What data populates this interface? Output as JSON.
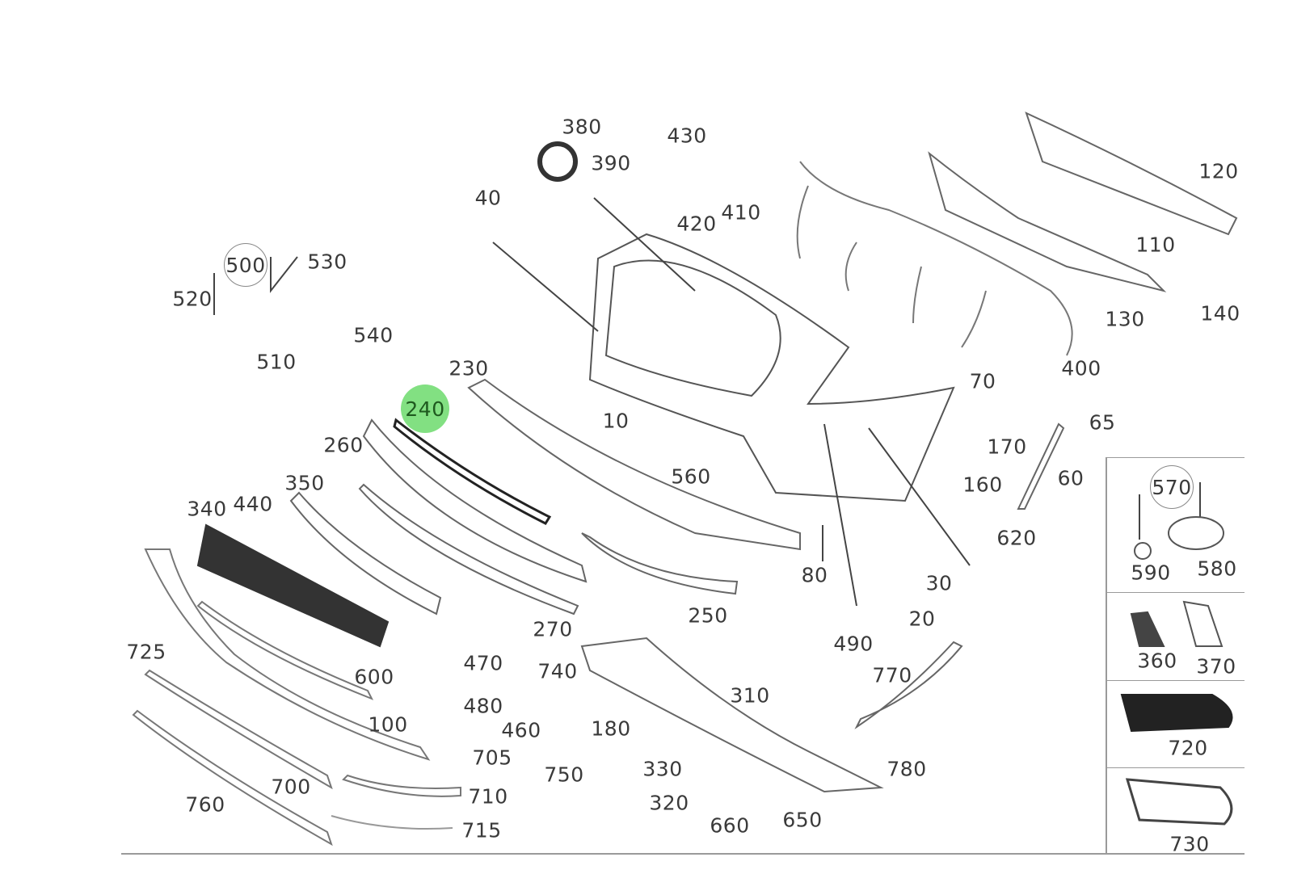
{
  "diagram_title": "",
  "highlight_color": "#82e082",
  "highlighted_part": "240",
  "circled_groups": [
    "500",
    "570"
  ],
  "labels": [
    "380",
    "430",
    "390",
    "40",
    "420",
    "410",
    "120",
    "110",
    "130",
    "140",
    "400",
    "70",
    "500",
    "530",
    "520",
    "540",
    "510",
    "230",
    "240",
    "10",
    "170",
    "65",
    "260",
    "160",
    "60",
    "560",
    "350",
    "340",
    "440",
    "570",
    "620",
    "590",
    "580",
    "80",
    "30",
    "250",
    "270",
    "20",
    "490",
    "725",
    "470",
    "740",
    "360",
    "370",
    "600",
    "770",
    "310",
    "480",
    "460",
    "100",
    "180",
    "720",
    "705",
    "750",
    "330",
    "780",
    "700",
    "710",
    "760",
    "320",
    "660",
    "650",
    "715",
    "730"
  ]
}
